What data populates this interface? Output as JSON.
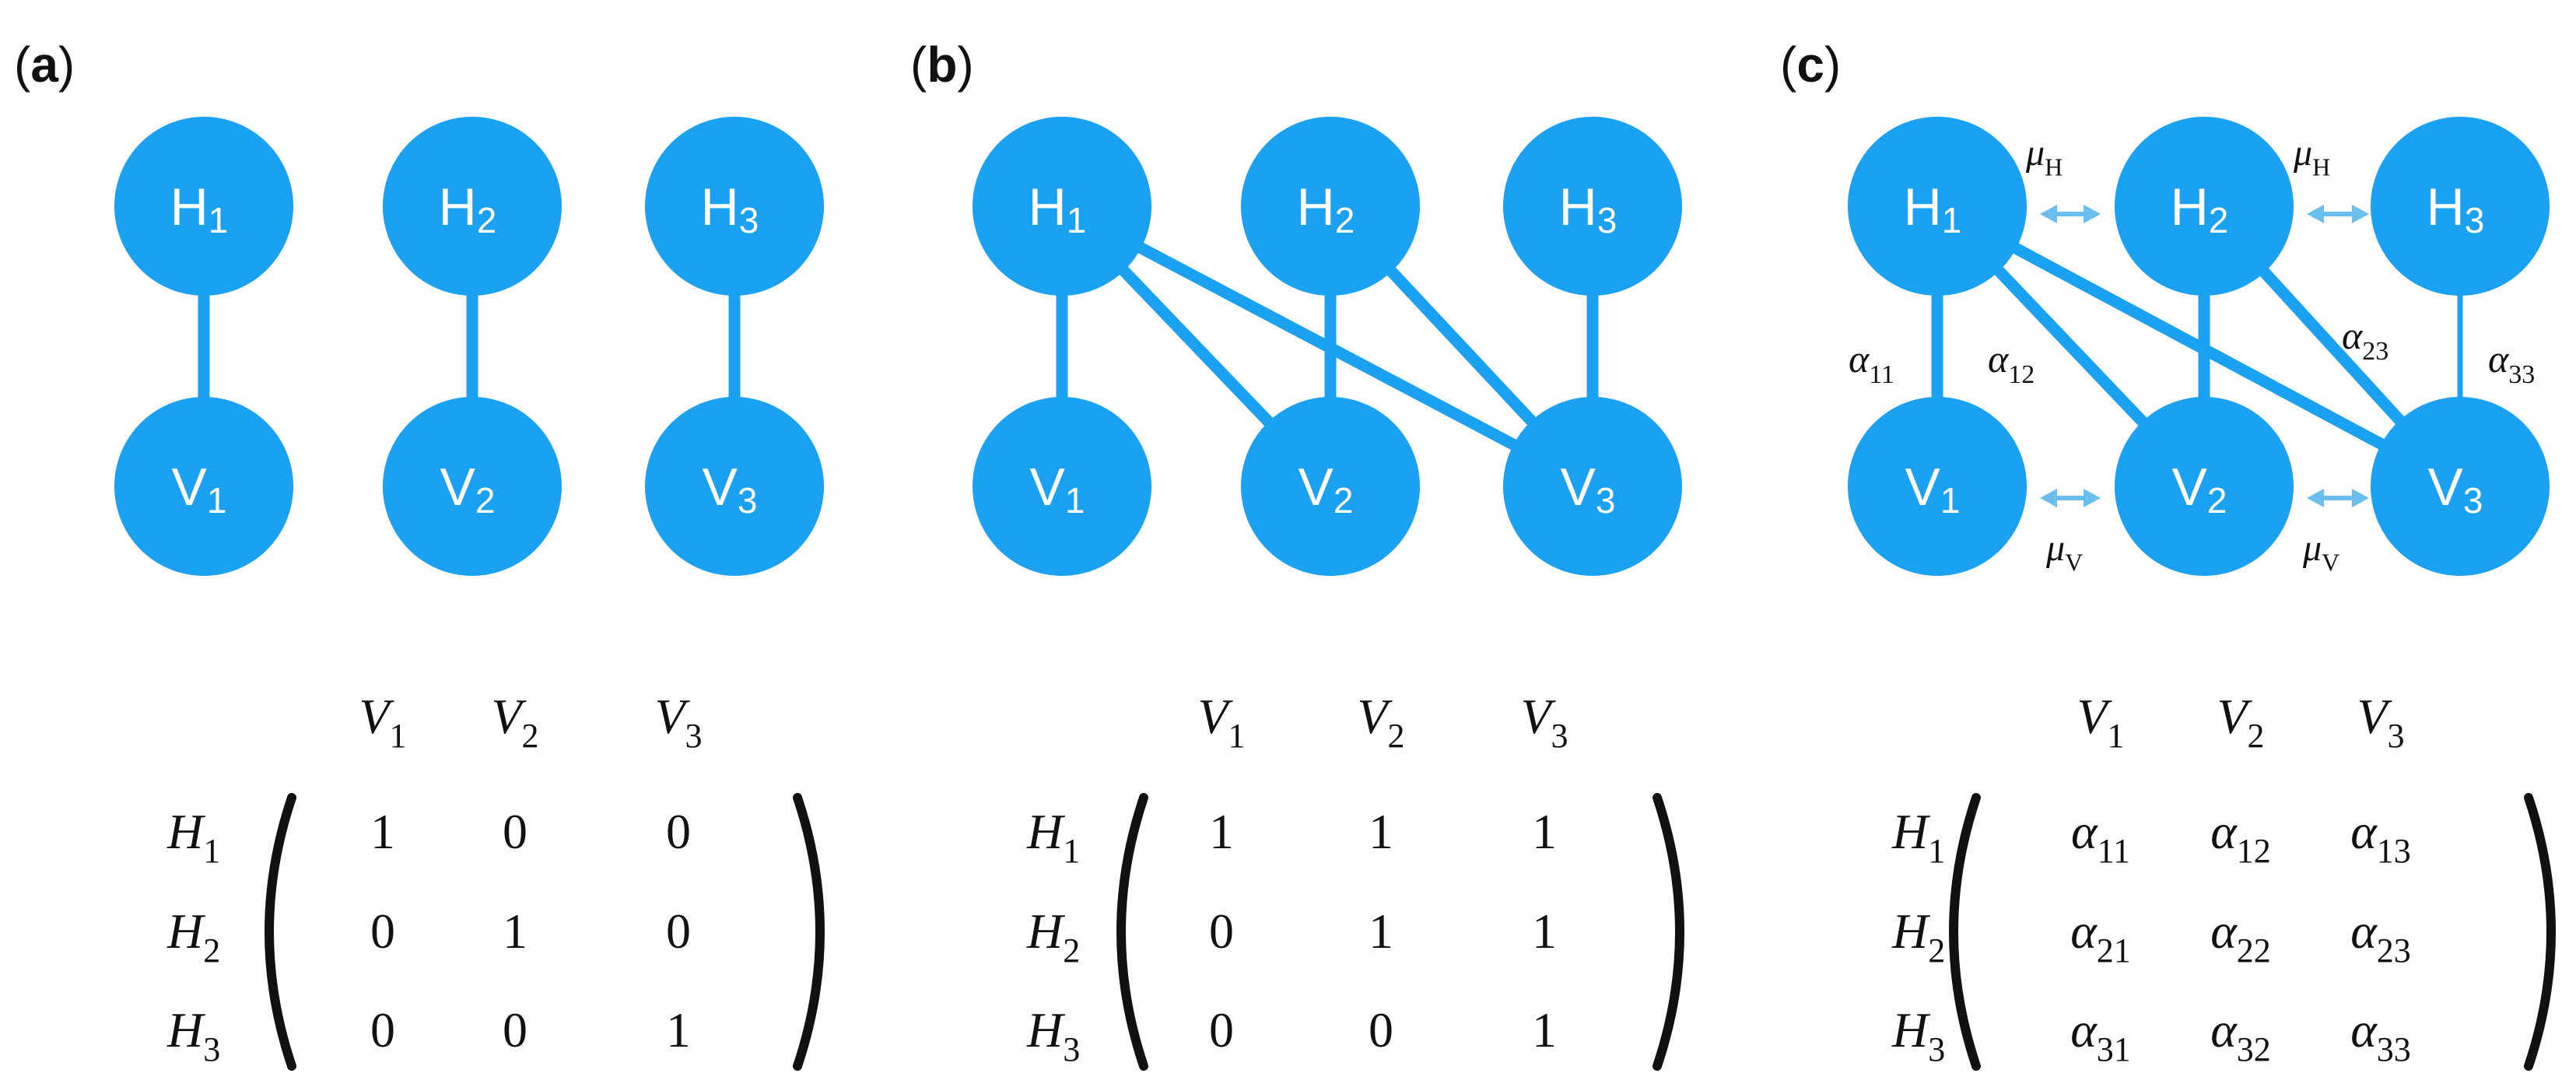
{
  "accent_color": "#1ba1f2",
  "panels": [
    {
      "label": "a",
      "hidden_nodes": [
        {
          "letter": "H",
          "sub": "1"
        },
        {
          "letter": "H",
          "sub": "2"
        },
        {
          "letter": "H",
          "sub": "3"
        }
      ],
      "visible_nodes": [
        {
          "letter": "V",
          "sub": "1"
        },
        {
          "letter": "V",
          "sub": "2"
        },
        {
          "letter": "V",
          "sub": "3"
        }
      ],
      "edges": [
        [
          "H1",
          "V1"
        ],
        [
          "H2",
          "V2"
        ],
        [
          "H3",
          "V3"
        ]
      ],
      "matrix": {
        "col_headers": [
          {
            "letter": "V",
            "sub": "1"
          },
          {
            "letter": "V",
            "sub": "2"
          },
          {
            "letter": "V",
            "sub": "3"
          }
        ],
        "row_headers": [
          {
            "letter": "H",
            "sub": "1"
          },
          {
            "letter": "H",
            "sub": "2"
          },
          {
            "letter": "H",
            "sub": "3"
          }
        ],
        "cells": [
          [
            "1",
            "0",
            "0"
          ],
          [
            "0",
            "1",
            "0"
          ],
          [
            "0",
            "0",
            "1"
          ]
        ]
      }
    },
    {
      "label": "b",
      "hidden_nodes": [
        {
          "letter": "H",
          "sub": "1"
        },
        {
          "letter": "H",
          "sub": "2"
        },
        {
          "letter": "H",
          "sub": "3"
        }
      ],
      "visible_nodes": [
        {
          "letter": "V",
          "sub": "1"
        },
        {
          "letter": "V",
          "sub": "2"
        },
        {
          "letter": "V",
          "sub": "3"
        }
      ],
      "edges": [
        [
          "H1",
          "V1"
        ],
        [
          "H1",
          "V2"
        ],
        [
          "H1",
          "V3"
        ],
        [
          "H2",
          "V2"
        ],
        [
          "H2",
          "V3"
        ],
        [
          "H3",
          "V3"
        ]
      ],
      "matrix": {
        "col_headers": [
          {
            "letter": "V",
            "sub": "1"
          },
          {
            "letter": "V",
            "sub": "2"
          },
          {
            "letter": "V",
            "sub": "3"
          }
        ],
        "row_headers": [
          {
            "letter": "H",
            "sub": "1"
          },
          {
            "letter": "H",
            "sub": "2"
          },
          {
            "letter": "H",
            "sub": "3"
          }
        ],
        "cells": [
          [
            "1",
            "1",
            "1"
          ],
          [
            "0",
            "1",
            "1"
          ],
          [
            "0",
            "0",
            "1"
          ]
        ]
      }
    },
    {
      "label": "c",
      "hidden_nodes": [
        {
          "letter": "H",
          "sub": "1"
        },
        {
          "letter": "H",
          "sub": "2"
        },
        {
          "letter": "H",
          "sub": "3"
        }
      ],
      "visible_nodes": [
        {
          "letter": "V",
          "sub": "1"
        },
        {
          "letter": "V",
          "sub": "2"
        },
        {
          "letter": "V",
          "sub": "3"
        }
      ],
      "edges": [
        [
          "H1",
          "V1"
        ],
        [
          "H1",
          "V2"
        ],
        [
          "H1",
          "V3"
        ],
        [
          "H2",
          "V2"
        ],
        [
          "H2",
          "V3"
        ],
        [
          "H3",
          "V3"
        ]
      ],
      "edge_labels": [
        {
          "letter": "α",
          "sub": "11"
        },
        {
          "letter": "α",
          "sub": "12"
        },
        {
          "letter": "α",
          "sub": "23"
        },
        {
          "letter": "α",
          "sub": "33"
        }
      ],
      "coupling_labels": {
        "hidden": {
          "letter": "μ",
          "sub": "H"
        },
        "visible": {
          "letter": "μ",
          "sub": "V"
        }
      },
      "matrix": {
        "col_headers": [
          {
            "letter": "V",
            "sub": "1"
          },
          {
            "letter": "V",
            "sub": "2"
          },
          {
            "letter": "V",
            "sub": "3"
          }
        ],
        "row_headers": [
          {
            "letter": "H",
            "sub": "1"
          },
          {
            "letter": "H",
            "sub": "2"
          },
          {
            "letter": "H",
            "sub": "3"
          }
        ],
        "cells": [
          [
            {
              "letter": "α",
              "sub": "11"
            },
            {
              "letter": "α",
              "sub": "12"
            },
            {
              "letter": "α",
              "sub": "13"
            }
          ],
          [
            {
              "letter": "α",
              "sub": "21"
            },
            {
              "letter": "α",
              "sub": "22"
            },
            {
              "letter": "α",
              "sub": "23"
            }
          ],
          [
            {
              "letter": "α",
              "sub": "31"
            },
            {
              "letter": "α",
              "sub": "32"
            },
            {
              "letter": "α",
              "sub": "33"
            }
          ]
        ]
      }
    }
  ]
}
